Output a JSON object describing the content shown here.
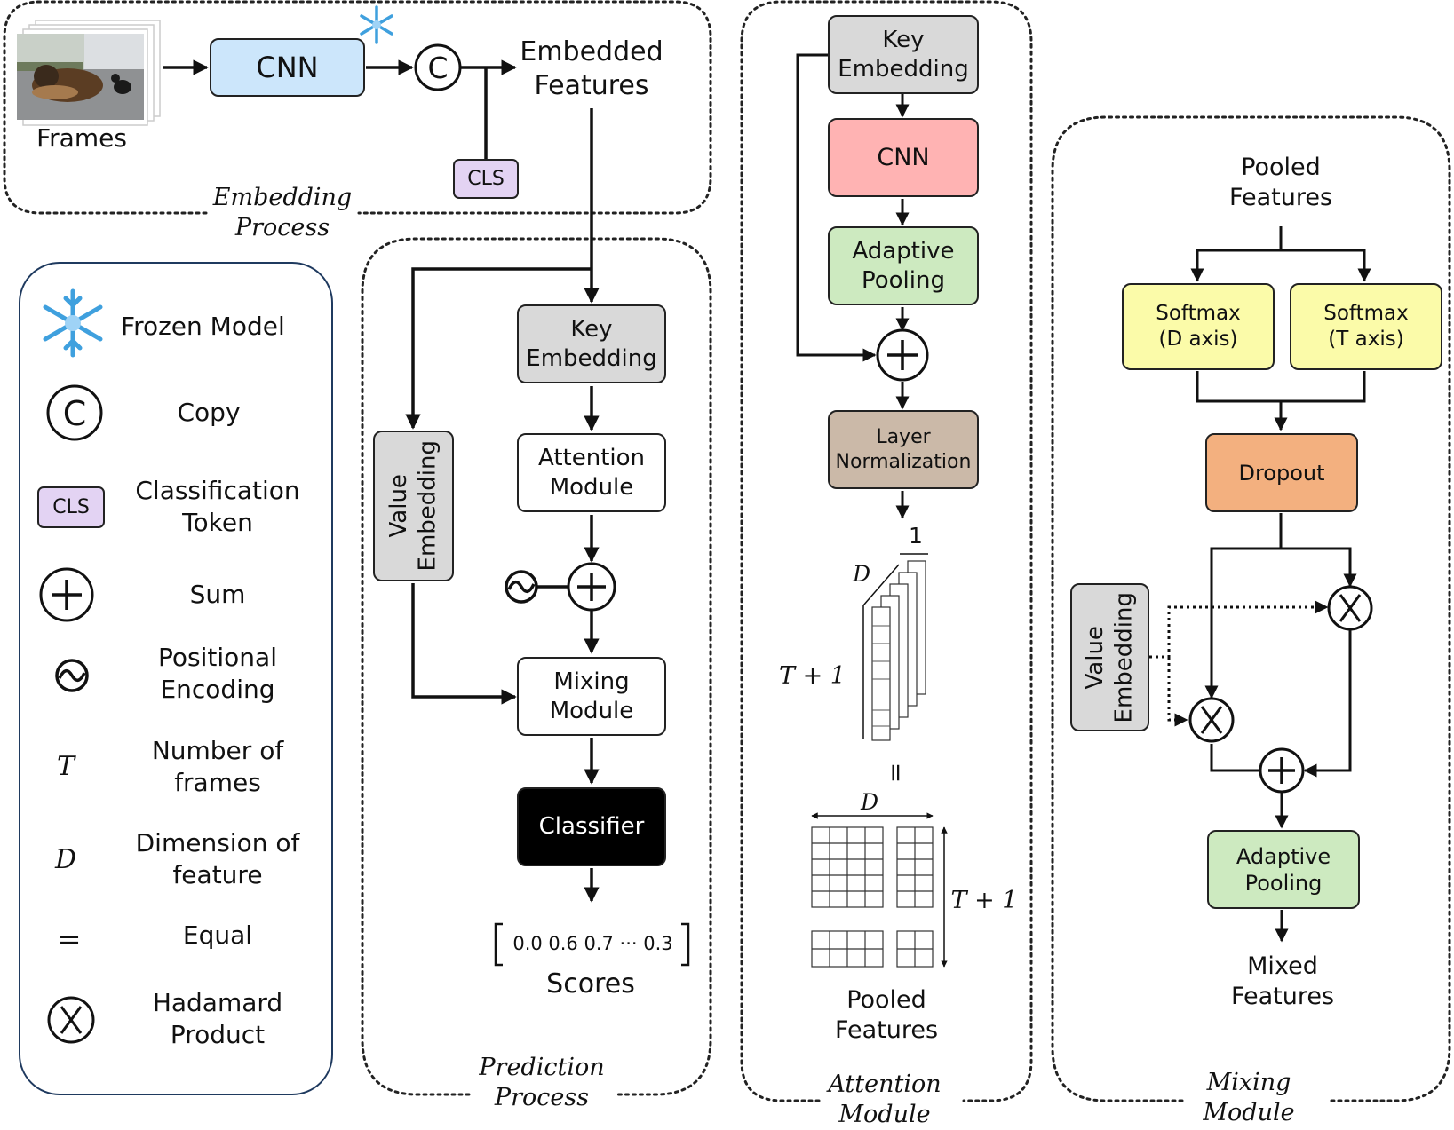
{
  "colors": {
    "cnn_blue": "#cce6fb",
    "cnn_red": "#ffb3b3",
    "pooling_green": "#cdeac0",
    "key_gray": "#d9d9d9",
    "cls_purple": "#e3d3f3",
    "layernorm_brown": "#cbb9a8",
    "softmax_yellow": "#fbfba9",
    "dropout_orange": "#f3b07f",
    "classifier_black": "#000000"
  },
  "embedding": {
    "frames_label": "Frames",
    "cnn_label": "CNN",
    "copy_symbol": "C",
    "embedded_features_label": "Embedded\nFeatures",
    "cls_label": "CLS",
    "section_title": "Embedding\nProcess"
  },
  "legend": {
    "frozen_model": "Frozen Model",
    "copy_symbol": "C",
    "copy": "Copy",
    "cls_label": "CLS",
    "classification_token": "Classification\nToken",
    "sum": "Sum",
    "positional_encoding": "Positional\nEncoding",
    "t_symbol": "T",
    "number_of_frames": "Number of\nframes",
    "d_symbol": "D",
    "dimension_of_feature": "Dimension of\nfeature",
    "equal_symbol": "=",
    "equal": "Equal",
    "hadamard_product": "Hadamard\nProduct"
  },
  "prediction": {
    "key_embedding": "Key\nEmbedding",
    "value_embedding": "Value\nEmbedding",
    "attention_module": "Attention\nModule",
    "mixing_module": "Mixing\nModule",
    "classifier": "Classifier",
    "scores_values": "0.0 0.6 0.7 ··· 0.3",
    "scores_label": "Scores",
    "section_title": "Prediction\nProcess"
  },
  "attention": {
    "key_embedding": "Key\nEmbedding",
    "cnn": "CNN",
    "adaptive_pooling": "Adaptive\nPooling",
    "layer_normalization": "Layer\nNormalization",
    "one_label": "1",
    "d_label": "D",
    "t_plus_one": "T + 1",
    "equals_sign": "=",
    "pooled_features": "Pooled\nFeatures",
    "section_title": "Attention\nModule"
  },
  "mixing": {
    "pooled_features": "Pooled\nFeatures",
    "softmax_d": "Softmax\n(D axis)",
    "softmax_t": "Softmax\n(T axis)",
    "dropout": "Dropout",
    "value_embedding": "Value\nEmbedding",
    "adaptive_pooling": "Adaptive\nPooling",
    "mixed_features": "Mixed\nFeatures",
    "section_title": "Mixing\nModule"
  }
}
